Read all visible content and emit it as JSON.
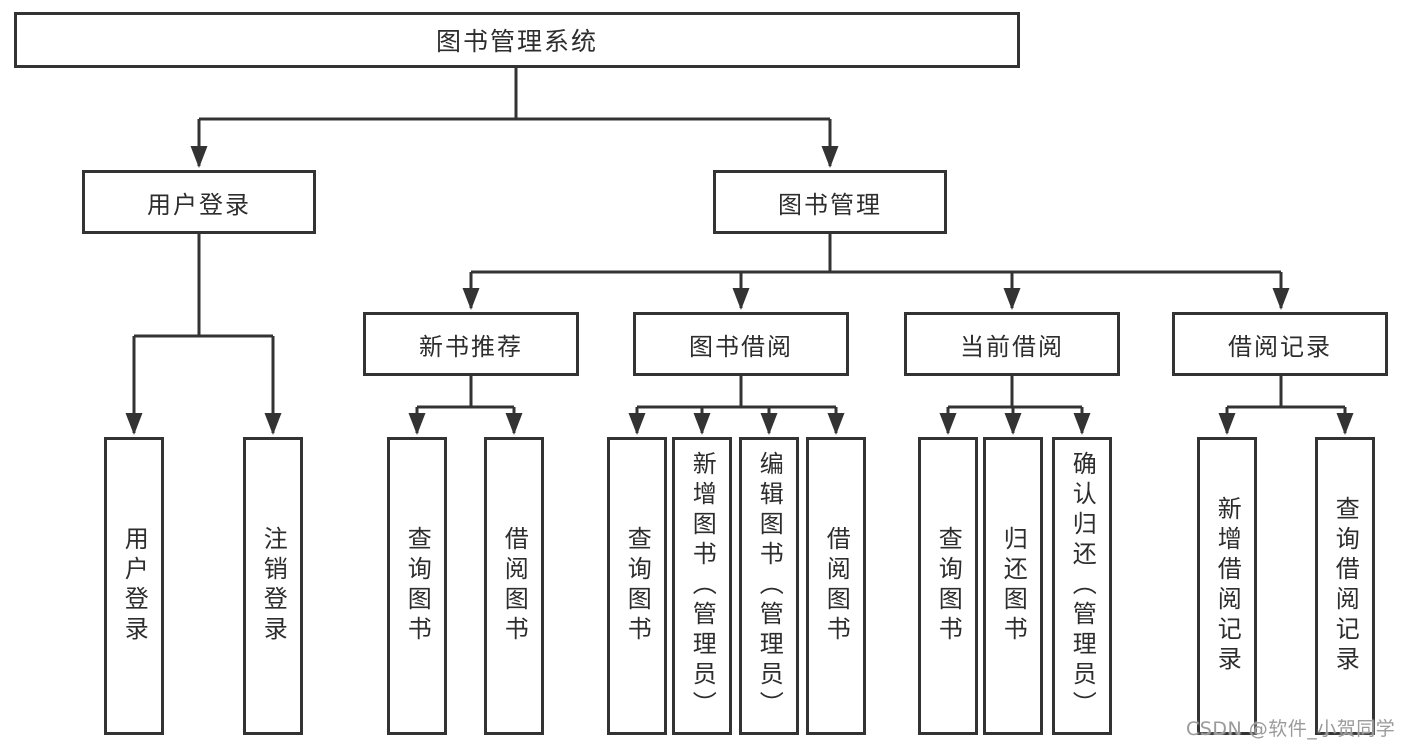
{
  "diagram": {
    "root": "图书管理系统",
    "branches": [
      {
        "label": "用户登录",
        "leaves": [
          "用户登录",
          "注销登录"
        ]
      },
      {
        "label": "图书管理",
        "groups": [
          {
            "label": "新书推荐",
            "leaves": [
              "查询图书",
              "借阅图书"
            ]
          },
          {
            "label": "图书借阅",
            "leaves": [
              "查询图书",
              "新增图书（管理员）",
              "编辑图书（管理员）",
              "借阅图书"
            ]
          },
          {
            "label": "当前借阅",
            "leaves": [
              "查询图书",
              "归还图书",
              "确认归还（管理员）"
            ]
          },
          {
            "label": "借阅记录",
            "leaves": [
              "新增借阅记录",
              "查询借阅记录"
            ]
          }
        ]
      }
    ]
  },
  "watermark": "CSDN @软件_小贺同学",
  "colors": {
    "line": "#333333",
    "text": "#2d2d2d",
    "box_background": "#ffffff",
    "watermark": "#9b9b9b"
  }
}
